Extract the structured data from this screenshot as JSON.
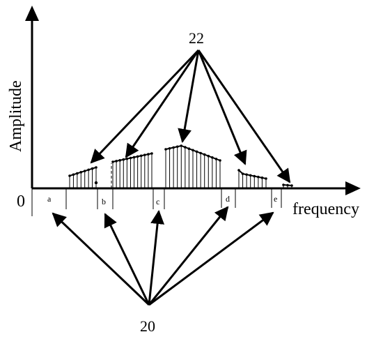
{
  "axes": {
    "origin_label": "0",
    "y_label": "Amplitude",
    "x_label": "frequency"
  },
  "callouts": {
    "top_label": "22",
    "bottom_label": "20"
  },
  "bands": [
    {
      "label": "a"
    },
    {
      "label": "b"
    },
    {
      "label": "c"
    },
    {
      "label": "d"
    },
    {
      "label": "e"
    }
  ],
  "colors": {
    "ink": "#000000",
    "background": "#ffffff"
  }
}
